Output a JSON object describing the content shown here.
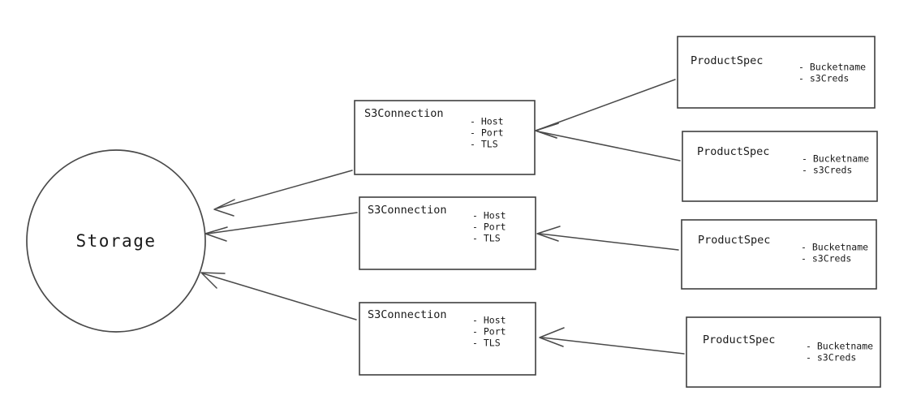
{
  "diagram": {
    "title": "Storage",
    "storage_node": {
      "label": "Storage",
      "shape": "circle"
    },
    "connection_nodes": [
      {
        "title": "S3Connection",
        "attributes": [
          "- Host",
          "- Port",
          "- TLS"
        ]
      },
      {
        "title": "S3Connection",
        "attributes": [
          "- Host",
          "- Port",
          "- TLS"
        ]
      },
      {
        "title": "S3Connection",
        "attributes": [
          "- Host",
          "- Port",
          "- TLS"
        ]
      }
    ],
    "spec_nodes": [
      {
        "title": "ProductSpec",
        "attributes": [
          "- Bucketname",
          "- s3Creds"
        ]
      },
      {
        "title": "ProductSpec",
        "attributes": [
          "- Bucketname",
          "- s3Creds"
        ]
      },
      {
        "title": "ProductSpec",
        "attributes": [
          "- Bucketname",
          "- s3Creds"
        ]
      },
      {
        "title": "ProductSpec",
        "attributes": [
          "- Bucketname",
          "- s3Creds"
        ]
      }
    ],
    "colors": {
      "background": "#ffffff",
      "stroke": "#4a4a4a",
      "box_stroke": "#3f3f3f",
      "text": "#1a1a1a"
    }
  }
}
